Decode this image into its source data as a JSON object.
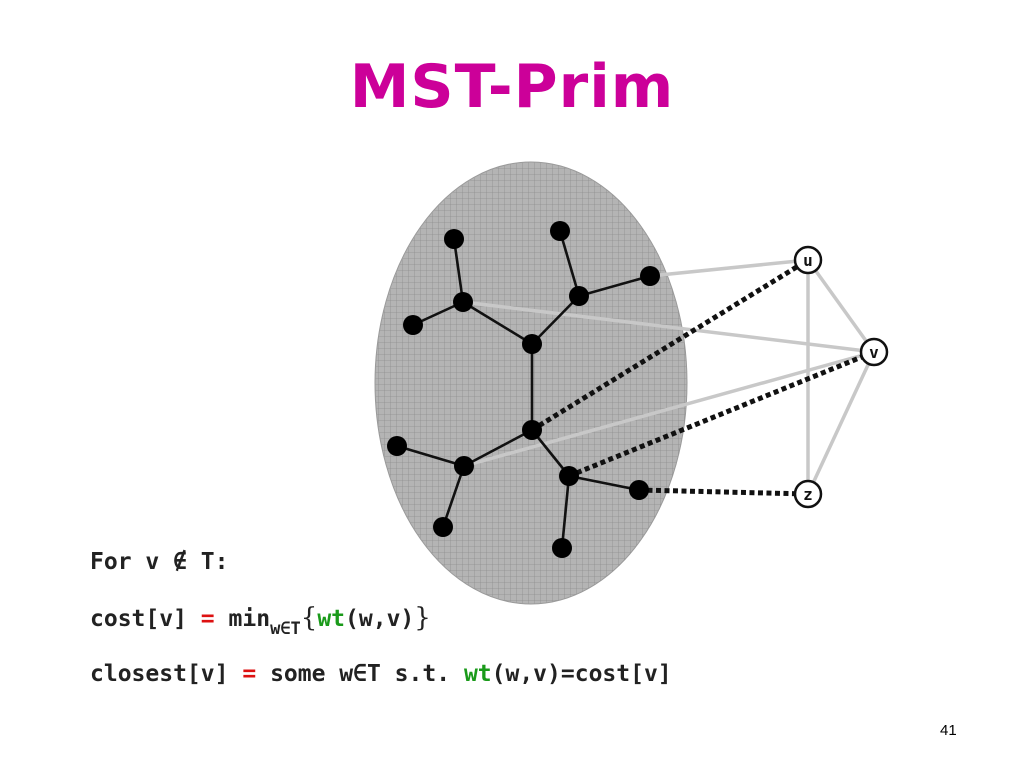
{
  "title": "MST-Prim",
  "page_number": "41",
  "graph": {
    "external_nodes": {
      "u": "u",
      "v": "v",
      "z": "z"
    }
  },
  "formulas": {
    "line1": {
      "prefix": "For v ",
      "not_in": "∉",
      "suffix": " T:"
    },
    "line2": {
      "lhs": "cost[v]",
      "op": "=",
      "min": "min",
      "sub": "w∈T",
      "open": "{",
      "fn": "wt",
      "args": "(w,v)",
      "close": "}"
    },
    "line3": {
      "lhs": "closest[v]",
      "op": "=",
      "mid": "some w∈T s.t.",
      "fn": "wt",
      "rest": "(w,v)=cost[v]"
    }
  }
}
